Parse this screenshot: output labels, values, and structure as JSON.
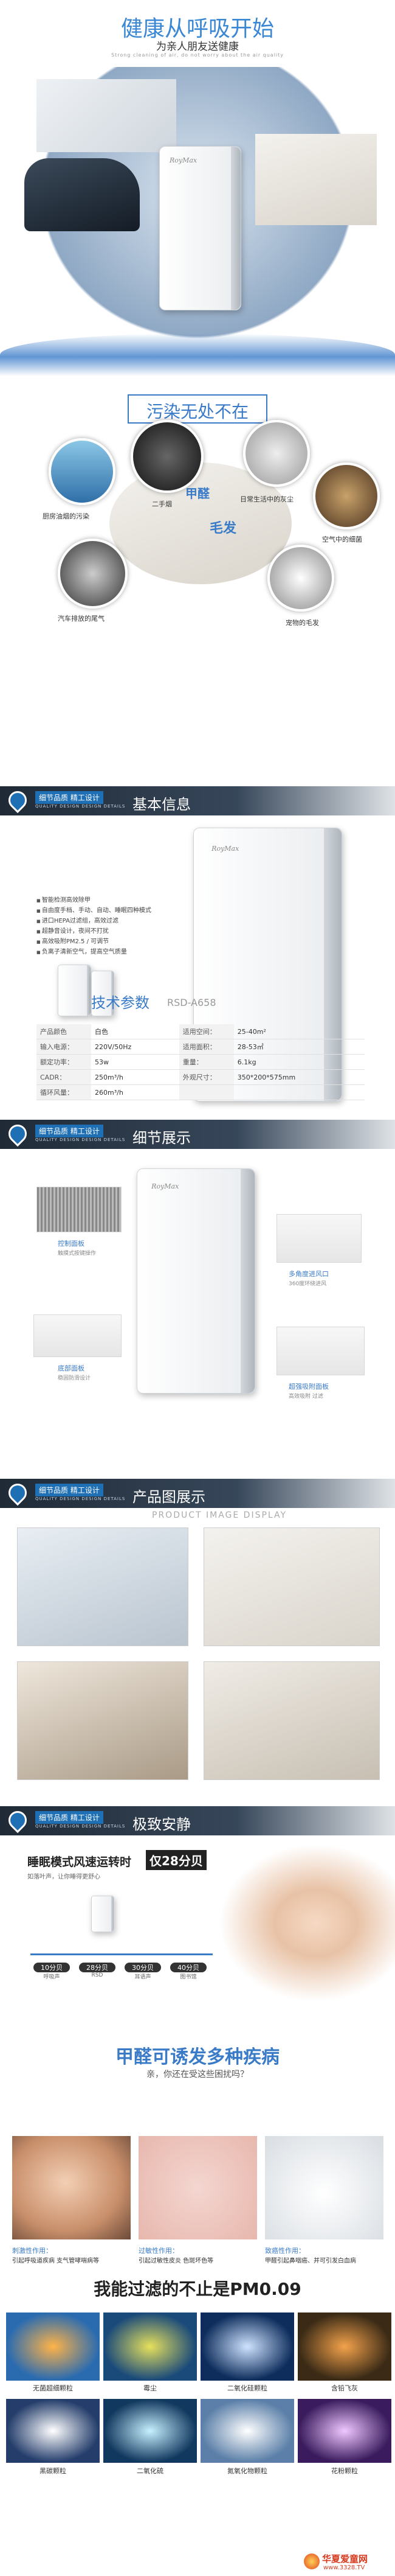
{
  "hero": {
    "title": "健康从呼吸开始",
    "subtitle": "为亲人朋友送健康",
    "tagline": "Strong cleaning of air, do not worry about the air quality"
  },
  "pollution": {
    "title": "污染无处不在",
    "items": [
      {
        "label": "厨房油烟的污染",
        "icon": "kitchen-smoke-icon"
      },
      {
        "label": "二手烟",
        "icon": "secondhand-smoke-icon"
      },
      {
        "label": "日常生活中的灰尘",
        "icon": "dust-icon"
      },
      {
        "label": "空气中的细菌",
        "icon": "bacteria-icon"
      },
      {
        "label": "汽车排放的尾气",
        "icon": "car-exhaust-icon"
      },
      {
        "label": "宠物的毛发",
        "icon": "pet-hair-icon"
      }
    ],
    "center_words": [
      "甲醛",
      "毛发"
    ]
  },
  "section_tag": "细节品质 精工设计",
  "section_sub": "QUALITY DESIGN DESIGN DETAILS",
  "basic": {
    "title": "基本信息",
    "brand": "RoyMax",
    "features": [
      "智能检测高效除甲",
      "自由度手档、手动、自动、睡眠四种模式",
      "进口HEPA过滤组，高效过滤",
      "超静音设计，夜间不打扰",
      "高效吸附PM2.5 / 可调节",
      "负离子清新空气，提高空气质量"
    ],
    "params_title": "技术参数",
    "model": "RSD-A658",
    "specs": [
      [
        "产品颜色",
        "白色",
        "适用空间：",
        "25-40m²"
      ],
      [
        "输入电源：",
        "220V/50Hz",
        "适用面积：",
        "28-53㎡"
      ],
      [
        "额定功率：",
        "53w",
        "重量：",
        "6.1kg"
      ],
      [
        "CADR：",
        "250m³/h",
        "外观尺寸：",
        "350*200*575mm"
      ],
      [
        "循环风量：",
        "260m³/h",
        "",
        ""
      ]
    ]
  },
  "details": {
    "title": "细节展示",
    "callouts": [
      {
        "title": "控制面板",
        "desc": "触摸式按键操作"
      },
      {
        "title": "多角度进风口",
        "desc": "360度环绕进风"
      },
      {
        "title": "底部面板",
        "desc": "稳固防滑设计"
      },
      {
        "title": "超强吸附面板",
        "desc": "高效吸附 过滤"
      }
    ]
  },
  "gallery": {
    "title": "产品图展示",
    "subtitle": "PRODUCT IMAGE DISPLAY"
  },
  "sleep": {
    "title": "极致安静",
    "headline": "睡眠模式风速运转时",
    "badge": "仅28分贝",
    "sub1": "如落叶声，让你睡得更舒心",
    "levels": [
      {
        "db": "10分贝",
        "desc": "呼吸声"
      },
      {
        "db": "28分贝",
        "desc": "RSD"
      },
      {
        "db": "30分贝",
        "desc": "耳语声"
      },
      {
        "db": "40分贝",
        "desc": "图书馆"
      }
    ]
  },
  "disease": {
    "title": "甲醛可诱发多种疾病",
    "sub": "亲，你还在受这些困扰吗？",
    "items": [
      {
        "title": "刺激性作用：",
        "desc": "引起呼吸道疾病 支气管哮喘病等"
      },
      {
        "title": "过敏性作用：",
        "desc": "引起过敏性皮炎 色斑坏色等"
      },
      {
        "title": "致癌性作用：",
        "desc": "甲醛引起鼻咽癌、并可引发白血病"
      }
    ]
  },
  "filter": {
    "title": "我能过滤的不止是PM0.09",
    "items": [
      "无菌超细颗粒",
      "霉尘",
      "二氧化硅颗粒",
      "含铅飞灰",
      "黑碳颗粒",
      "二氧化硫",
      "氮氧化物颗粒",
      "花粉颗粒"
    ]
  },
  "watermark": {
    "site": "华夏爱童网",
    "url": "www.3328.TV"
  }
}
